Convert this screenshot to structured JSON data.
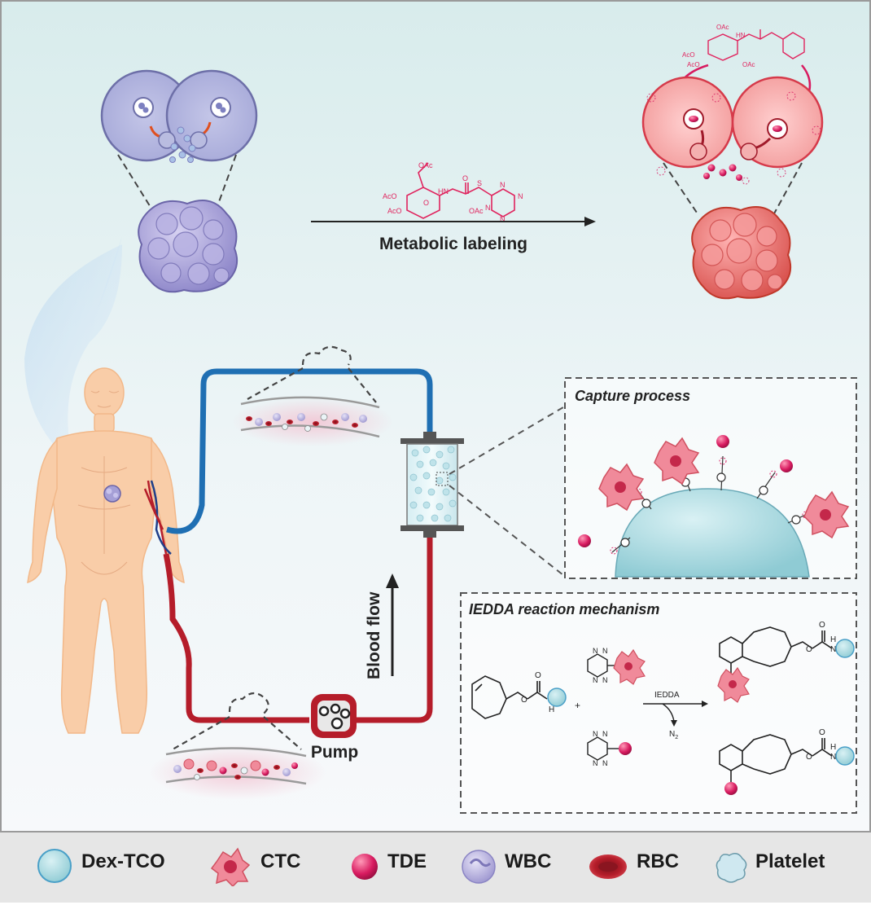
{
  "labels": {
    "metabolic_labeling": "Metabolic labeling",
    "capture_process": "Capture process",
    "iedda_mechanism": "IEDDA reaction mechanism",
    "blood_flow": "Blood flow",
    "pump": "Pump",
    "iedda_arrow": "IEDDA",
    "n2": "N",
    "n2_sub": "2",
    "plus": "+"
  },
  "chem_labels": {
    "oac": "OAc",
    "aco": "AcO",
    "hn": "HN",
    "nh": "NH",
    "h": "H",
    "n": "N",
    "o": "O",
    "s": "S"
  },
  "legend": [
    {
      "icon": "dex-tco-icon",
      "label": "Dex-TCO",
      "color": "#a8dbe3"
    },
    {
      "icon": "ctc-icon",
      "label": "CTC",
      "color": "#f08a9a"
    },
    {
      "icon": "tde-icon",
      "label": "TDE",
      "color": "#d81b60"
    },
    {
      "icon": "wbc-icon",
      "label": "WBC",
      "color": "#b9b4e0"
    },
    {
      "icon": "rbc-icon",
      "label": "RBC",
      "color": "#b51d2a"
    },
    {
      "icon": "platelet-icon",
      "label": "Platelet",
      "color": "#cfe8f0"
    }
  ],
  "colors": {
    "blue_tube": "#1f6fb3",
    "red_tube": "#b51d2a",
    "magenta_chem": "#e0245e",
    "skin": "#f9cda8"
  }
}
